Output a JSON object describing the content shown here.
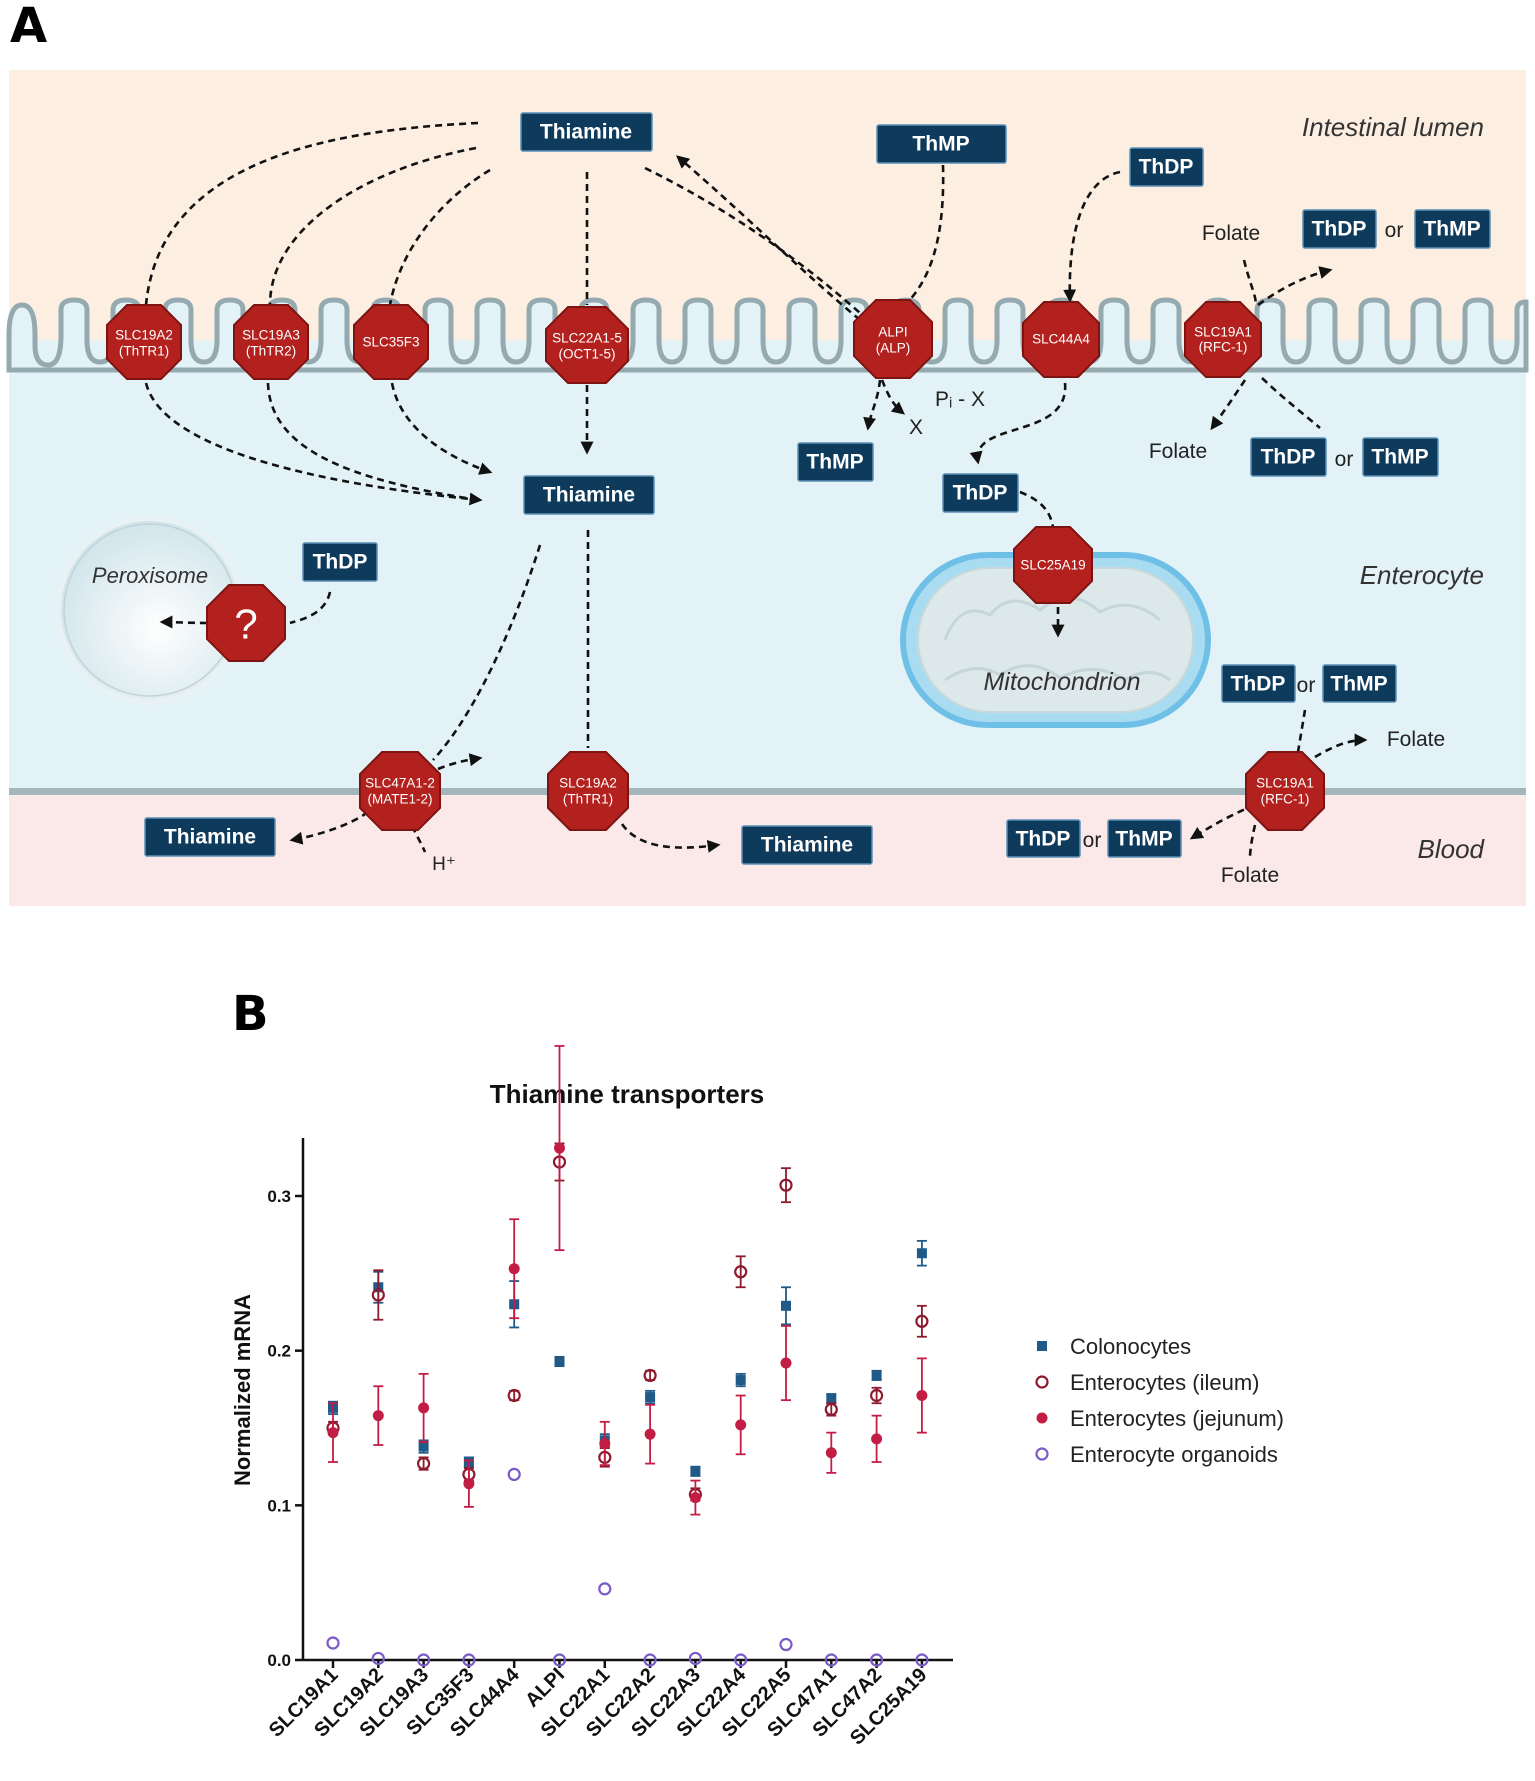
{
  "panel_a": {
    "letter": "A",
    "regions": {
      "lumen": "Intestinal lumen",
      "enterocyte": "Enterocyte",
      "blood": "Blood"
    },
    "organelles": {
      "peroxisome": "Peroxisome",
      "mitochondrion": "Mitochondrion"
    },
    "boxes": {
      "thiamine_lumen": "Thiamine",
      "thmp_lumen": "ThMP",
      "thdp_lumen": "ThDP",
      "thdp_lumen_out": "ThDP",
      "thmp_lumen_out": "ThMP",
      "thiamine_cell": "Thiamine",
      "thmp_cell": "ThMP",
      "thdp_cell": "ThDP",
      "thdp_cell_in": "ThDP",
      "thmp_cell_in": "ThMP",
      "thdp_perox": "ThDP",
      "thdp_basal": "ThDP",
      "thmp_basal": "ThMP",
      "thiamine_blood1": "Thiamine",
      "thiamine_blood2": "Thiamine",
      "thdp_blood": "ThDP",
      "thmp_blood": "ThMP"
    },
    "transporters": {
      "slc19a2_ap": [
        "SLC19A2",
        "(ThTR1)"
      ],
      "slc19a3": [
        "SLC19A3",
        "(ThTR2)"
      ],
      "slc35f3": [
        "SLC35F3"
      ],
      "slc22a1_5": [
        "SLC22A1-5",
        "(OCT1-5)"
      ],
      "alpi": [
        "ALPI",
        "(ALP)"
      ],
      "slc44a4": [
        "SLC44A4"
      ],
      "slc19a1_ap": [
        "SLC19A1",
        "(RFC-1)"
      ],
      "slc25a19": [
        "SLC25A19"
      ],
      "unknown": [
        "?"
      ],
      "slc47a1_2": [
        "SLC47A1-2",
        "(MATE1-2)"
      ],
      "slc19a2_bl": [
        "SLC19A2",
        "(ThTR1)"
      ],
      "slc19a1_bl": [
        "SLC19A1",
        "(RFC-1)"
      ]
    },
    "labels": {
      "or": "or",
      "folate": "Folate",
      "pi_x": "Pᵢ - X",
      "x": "X",
      "h_plus": "H⁺"
    }
  },
  "panel_b": {
    "letter": "B"
  },
  "chart_data": {
    "type": "scatter",
    "title": "Thiamine transporters",
    "xlabel": "",
    "ylabel": "Normalized mRNA",
    "ylim": [
      0,
      0.335
    ],
    "yticks": [
      "0.0",
      "0.1",
      "0.2",
      "0.3"
    ],
    "ytick_values": [
      0,
      0.1,
      0.2,
      0.3
    ],
    "grid": false,
    "legend_position": "right",
    "categories": [
      "SLC19A1",
      "SLC19A2",
      "SLC19A3",
      "SLC35F3",
      "SLC44A4",
      "ALPI",
      "SLC22A1",
      "SLC22A2",
      "SLC22A3",
      "SLC22A4",
      "SLC22A5",
      "SLC47A1",
      "SLC47A2",
      "SLC25A19"
    ],
    "series": [
      {
        "name": "Colonocytes",
        "marker": "square",
        "color": "#1f5a88",
        "values": [
          0.163,
          0.241,
          0.138,
          0.128,
          0.23,
          0.193,
          0.142,
          0.17,
          0.122,
          0.181,
          0.229,
          0.169,
          0.184,
          0.263
        ],
        "err": [
          0.004,
          0.01,
          0.004,
          0.003,
          0.015,
          0.003,
          0.004,
          0.004,
          0.003,
          0.004,
          0.012,
          0.003,
          0.003,
          0.008
        ]
      },
      {
        "name": "Enterocytes (ileum)",
        "marker": "open-circle",
        "color": "#8e1a2e",
        "values": [
          0.15,
          0.236,
          0.127,
          0.12,
          0.171,
          0.322,
          0.131,
          0.184,
          0.107,
          0.251,
          0.307,
          0.162,
          0.171,
          0.219
        ],
        "err": [
          0.004,
          0.016,
          0.004,
          0.004,
          0.003,
          0.012,
          0.006,
          0.003,
          0.004,
          0.01,
          0.011,
          0.004,
          0.005,
          0.01
        ]
      },
      {
        "name": "Enterocytes (jejunum)",
        "marker": "filled-circle",
        "color": "#c41d45",
        "values": [
          0.147,
          0.158,
          0.163,
          0.114,
          0.253,
          0.331,
          0.14,
          0.146,
          0.105,
          0.152,
          0.192,
          0.134,
          0.143,
          0.171
        ],
        "err": [
          0.019,
          0.019,
          0.022,
          0.015,
          0.032,
          0.066,
          0.014,
          0.019,
          0.011,
          0.019,
          0.024,
          0.013,
          0.015,
          0.024
        ]
      },
      {
        "name": "Enterocyte organoids",
        "marker": "open-circle",
        "color": "#7b5bc8",
        "values": [
          0.011,
          0.001,
          0.0,
          0.0,
          0.12,
          0.0,
          0.046,
          0.0,
          0.001,
          0.0,
          0.01,
          0.0,
          0.0,
          0.0
        ],
        "err": [
          0,
          0,
          0,
          0,
          0,
          0,
          0,
          0,
          0,
          0,
          0,
          0,
          0,
          0
        ]
      }
    ]
  }
}
